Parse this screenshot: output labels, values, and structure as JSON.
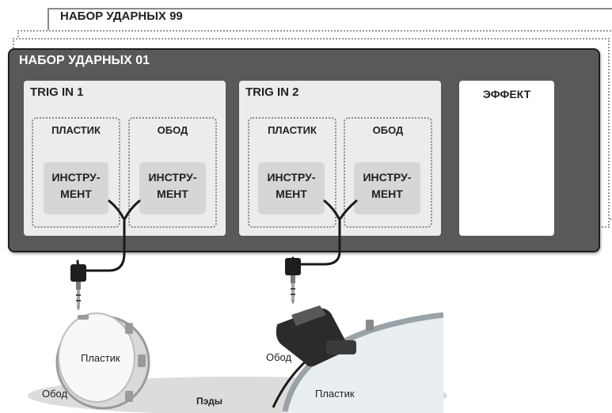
{
  "kits": {
    "back_title": "НАБОР УДАРНЫХ 99",
    "front_title": "НАБОР УДАРНЫХ 01"
  },
  "triggers": [
    {
      "label": "TRIG IN 1",
      "head": {
        "label": "ПЛАСТИК",
        "instrument_line1": "ИНСТРУ-",
        "instrument_line2": "МЕНТ"
      },
      "rim": {
        "label": "ОБОД",
        "instrument_line1": "ИНСТРУ-",
        "instrument_line2": "МЕНТ"
      }
    },
    {
      "label": "TRIG IN 2",
      "head": {
        "label": "ПЛАСТИК",
        "instrument_line1": "ИНСТРУ-",
        "instrument_line2": "МЕНТ"
      },
      "rim": {
        "label": "ОБОД",
        "instrument_line1": "ИНСТРУ-",
        "instrument_line2": "МЕНТ"
      }
    }
  ],
  "effect": {
    "label": "ЭФФЕКТ"
  },
  "pads": {
    "caption": "Пэды",
    "pad1": {
      "head_label": "Пластик",
      "rim_label": "Обод"
    },
    "pad2": {
      "head_label": "Пластик",
      "rim_label": "Обод"
    }
  }
}
